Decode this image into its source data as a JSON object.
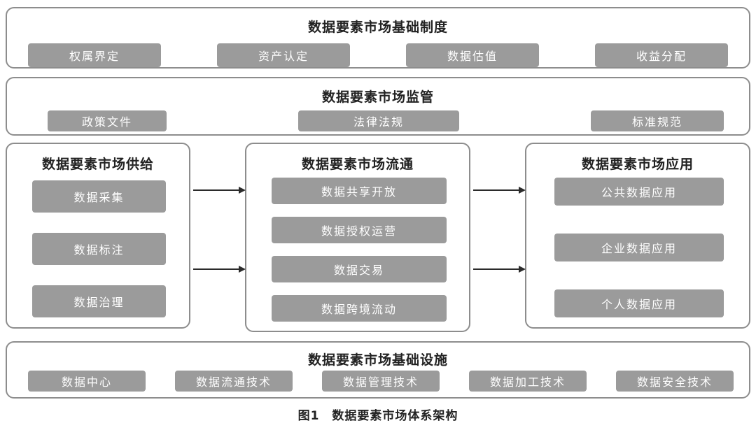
{
  "sections": {
    "foundation": {
      "title": "数据要素市场基础制度",
      "items": [
        "权属界定",
        "资产认定",
        "数据估值",
        "收益分配"
      ]
    },
    "regulation": {
      "title": "数据要素市场监管",
      "items": [
        "政策文件",
        "法律法规",
        "标准规范"
      ]
    },
    "supply": {
      "title": "数据要素市场供给",
      "items": [
        "数据采集",
        "数据标注",
        "数据治理"
      ]
    },
    "circulation": {
      "title": "数据要素市场流通",
      "items": [
        "数据共享开放",
        "数据授权运营",
        "数据交易",
        "数据跨境流动"
      ]
    },
    "application": {
      "title": "数据要素市场应用",
      "items": [
        "公共数据应用",
        "企业数据应用",
        "个人数据应用"
      ]
    },
    "infrastructure": {
      "title": "数据要素市场基础设施",
      "items": [
        "数据中心",
        "数据流通技术",
        "数据管理技术",
        "数据加工技术",
        "数据安全技术"
      ]
    }
  },
  "caption": "图1　数据要素市场体系架构",
  "colors": {
    "pill_fill": "#9b9b9b",
    "pill_text": "#ffffff",
    "panel_border": "#8d8d8d",
    "title_text": "#222222",
    "arrow": "#2b2b2b"
  }
}
